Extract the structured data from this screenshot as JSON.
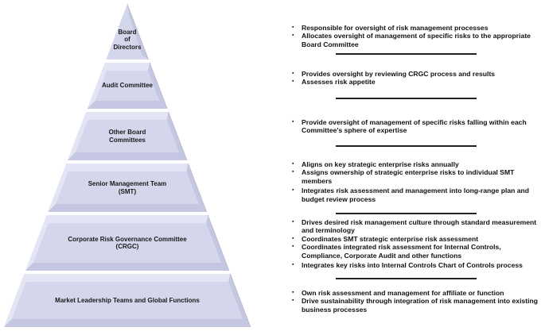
{
  "pyramid": {
    "tiers": [
      {
        "label": "Board\nof\nDirectors"
      },
      {
        "label": "Audit Committee"
      },
      {
        "label": "Other Board\nCommittees"
      },
      {
        "label": "Senior Management Team\n(SMT)"
      },
      {
        "label": "Corporate Risk Governance Committee\n(CRGC)"
      },
      {
        "label": "Market Leadership Teams and Global Functions"
      }
    ],
    "colors": {
      "face": "#d4d6ec",
      "light": "#e4e5f4",
      "shade": "#c4c6e2",
      "edge": "#9a9aa8"
    }
  },
  "responsibilities": [
    {
      "bullets": [
        "Responsible for oversight of risk management processes",
        "Allocates oversight of management of specific risks to the appropriate Board Committee"
      ]
    },
    {
      "bullets": [
        "Provides oversight by reviewing CRGC process and results",
        "Assesses risk appetite"
      ]
    },
    {
      "bullets": [
        "Provide oversight of management of specific risks falling within each Committee's sphere of expertise"
      ]
    },
    {
      "bullets": [
        "Aligns on key strategic enterprise risks annually",
        "Assigns ownership of strategic enterprise risks to individual SMT members",
        "Integrates risk assessment and management into long-range plan and budget review process"
      ]
    },
    {
      "bullets": [
        "Drives desired risk management culture through standard measurement and terminology",
        "Coordinates SMT strategic enterprise risk assessment",
        "Coordinates integrated risk assessment for Internal Controls, Compliance, Corporate Audit and other functions",
        "Integrates key risks into Internal Controls Chart of Controls process"
      ]
    },
    {
      "bullets": [
        "Own risk assessment and management for affiliate or function",
        "Drive sustainability through integration of risk management into existing business processes"
      ]
    }
  ],
  "bullet_glyph": "▪"
}
